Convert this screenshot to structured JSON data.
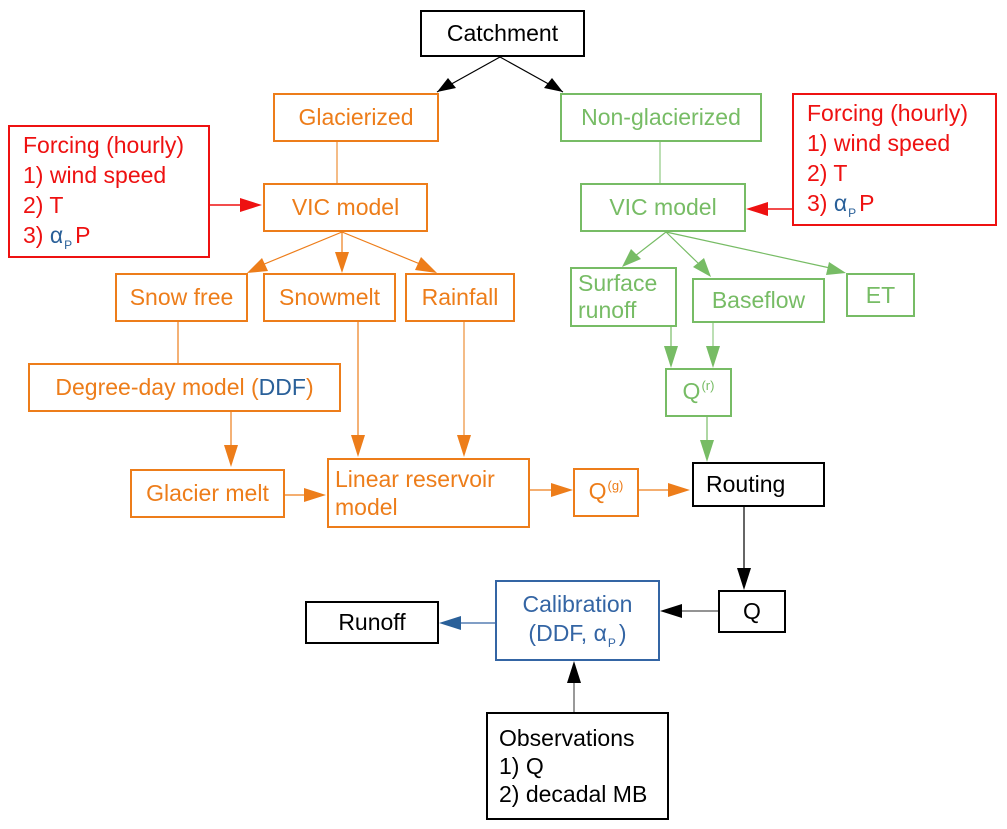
{
  "colors": {
    "black": "#000000",
    "glacier_branch": "#ed7d1a",
    "nonglacier_branch": "#77bc65",
    "forcing": "#ee1111",
    "calibration": "#3465a4"
  },
  "nodes": {
    "catchment": "Catchment",
    "glacierized": "Glacierized",
    "non_glacierized": "Non-glacierized",
    "forcing_left": {
      "title": "Forcing (hourly)",
      "item1": "1) wind speed",
      "item2": "2) T",
      "item3_prefix": "3) ",
      "item3_alpha": "α",
      "item3_sub": "P",
      "item3_suffix": "P"
    },
    "forcing_right": {
      "title": "Forcing (hourly)",
      "item1": "1) wind speed",
      "item2": "2) T",
      "item3_prefix": "3) ",
      "item3_alpha": "α",
      "item3_sub": "P",
      "item3_suffix": "P"
    },
    "vic_glacier": "VIC model",
    "vic_nonglacier": "VIC model",
    "snow_free": "Snow free",
    "snowmelt": "Snowmelt",
    "rainfall": "Rainfall",
    "surface_runoff_line1": "Surface",
    "surface_runoff_line2": "runoff",
    "baseflow": "Baseflow",
    "et": "ET",
    "degree_day": {
      "prefix": "Degree-day model (",
      "param": "DDF",
      "suffix": ")"
    },
    "q_r": {
      "base": "Q",
      "sup": "(r)"
    },
    "glacier_melt": "Glacier melt",
    "linear_reservoir_line1": "Linear reservoir",
    "linear_reservoir_line2": "model",
    "q_g": {
      "base": "Q",
      "sup": "(g)"
    },
    "routing": "Routing",
    "q": "Q",
    "calibration": {
      "line1": "Calibration",
      "line2_prefix": "(DDF, ",
      "line2_alpha": "α",
      "line2_sub": "P",
      "line2_suffix": ")"
    },
    "runoff": "Runoff",
    "observations": {
      "title": "Observations",
      "item1": "1) Q",
      "item2": "2) decadal MB"
    }
  },
  "edges": [
    {
      "from": "catchment",
      "to": "glacierized",
      "arrow": true
    },
    {
      "from": "catchment",
      "to": "non_glacierized",
      "arrow": true
    },
    {
      "from": "glacierized",
      "to": "vic_glacier",
      "arrow": false
    },
    {
      "from": "non_glacierized",
      "to": "vic_nonglacier",
      "arrow": false
    },
    {
      "from": "forcing_left",
      "to": "vic_glacier",
      "arrow": true
    },
    {
      "from": "forcing_right",
      "to": "vic_nonglacier",
      "arrow": true
    },
    {
      "from": "vic_glacier",
      "to": "snow_free",
      "arrow": true
    },
    {
      "from": "vic_glacier",
      "to": "snowmelt",
      "arrow": true
    },
    {
      "from": "vic_glacier",
      "to": "rainfall",
      "arrow": true
    },
    {
      "from": "vic_nonglacier",
      "to": "surface_runoff",
      "arrow": true
    },
    {
      "from": "vic_nonglacier",
      "to": "baseflow",
      "arrow": true
    },
    {
      "from": "vic_nonglacier",
      "to": "et",
      "arrow": true
    },
    {
      "from": "snow_free",
      "to": "degree_day",
      "arrow": false
    },
    {
      "from": "degree_day",
      "to": "glacier_melt",
      "arrow": true
    },
    {
      "from": "snowmelt",
      "to": "linear_reservoir",
      "arrow": true
    },
    {
      "from": "rainfall",
      "to": "linear_reservoir",
      "arrow": true
    },
    {
      "from": "glacier_melt",
      "to": "linear_reservoir",
      "arrow": true
    },
    {
      "from": "linear_reservoir",
      "to": "q_g",
      "arrow": true
    },
    {
      "from": "q_g",
      "to": "routing",
      "arrow": true
    },
    {
      "from": "surface_runoff",
      "to": "q_r",
      "arrow": true
    },
    {
      "from": "baseflow",
      "to": "q_r",
      "arrow": true
    },
    {
      "from": "q_r",
      "to": "routing",
      "arrow": true
    },
    {
      "from": "routing",
      "to": "q",
      "arrow": true
    },
    {
      "from": "q",
      "to": "calibration",
      "arrow": true
    },
    {
      "from": "observations",
      "to": "calibration",
      "arrow": true
    },
    {
      "from": "calibration",
      "to": "runoff",
      "arrow": true
    }
  ]
}
